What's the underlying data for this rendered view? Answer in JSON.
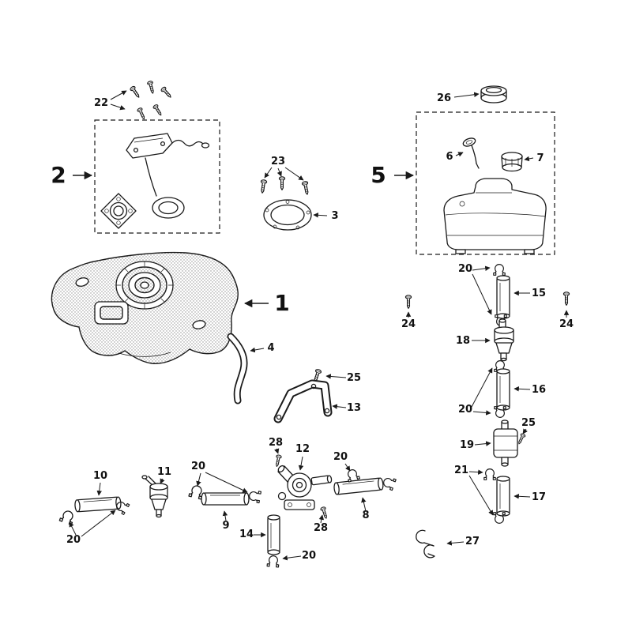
{
  "colors": {
    "line": "#1a1a1a",
    "background": "#ffffff"
  },
  "labels": {
    "n1": "1",
    "n2": "2",
    "n3": "3",
    "n4": "4",
    "n5": "5",
    "n6": "6",
    "n7": "7",
    "n8": "8",
    "n9": "9",
    "n10": "10",
    "n11": "11",
    "n12": "12",
    "n13": "13",
    "n14": "14",
    "n15": "15",
    "n16": "16",
    "n17": "17",
    "n18": "18",
    "n19": "19",
    "n20": "20",
    "n21": "21",
    "n22": "22",
    "n23": "23",
    "n24": "24",
    "n25": "25",
    "n26": "26",
    "n27": "27",
    "n28": "28"
  }
}
